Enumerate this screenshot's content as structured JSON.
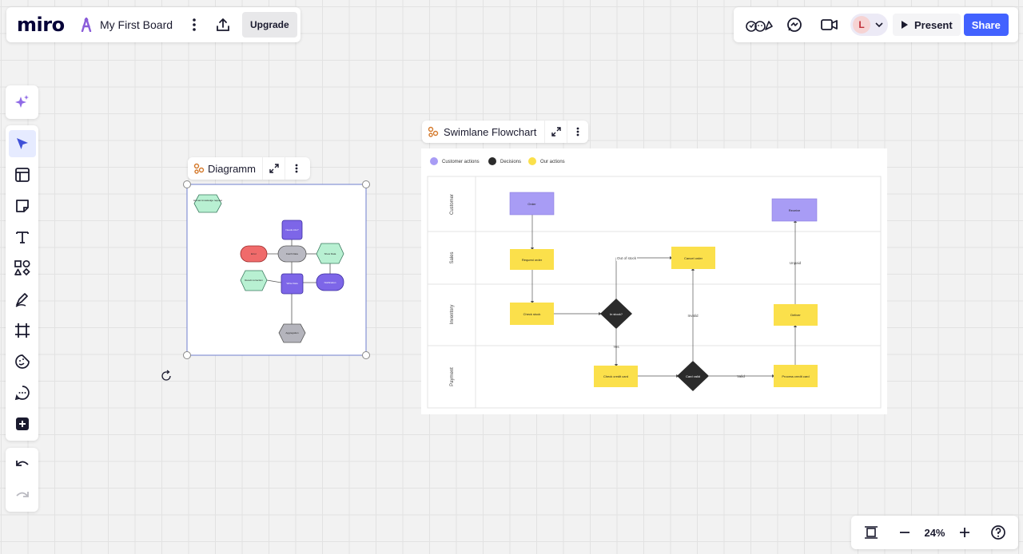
{
  "topbar": {
    "logo": "miro",
    "board_name": "My First Board",
    "upgrade_label": "Upgrade"
  },
  "collab": {
    "avatar_initial": "L",
    "present_label": "Present",
    "share_label": "Share"
  },
  "frames": {
    "diagram": {
      "title": "Diagramm",
      "nodes": [
        {
          "id": "n1",
          "label": "Human knowledge request"
        },
        {
          "id": "n2",
          "label": "Needs info?"
        },
        {
          "id": "n3",
          "label": "Error"
        },
        {
          "id": "n4",
          "label": "Fetch Data"
        },
        {
          "id": "n5",
          "label": "Show Data"
        },
        {
          "id": "n6",
          "label": "Result correction"
        },
        {
          "id": "n7",
          "label": "Write Data"
        },
        {
          "id": "n8",
          "label": "Notification"
        },
        {
          "id": "n9",
          "label": "Aggregation"
        }
      ]
    },
    "swimlane": {
      "title": "Swimlane Flowchart",
      "legend": [
        {
          "label": "Customer actions",
          "color": "#a89cf5"
        },
        {
          "label": "Decisions",
          "color": "#2b2b2b"
        },
        {
          "label": "Our actions",
          "color": "#fbe04b"
        }
      ],
      "lanes": [
        "Customer",
        "Sales",
        "Inventory",
        "Payment"
      ],
      "nodes": {
        "order": "Order",
        "receive": "Receive",
        "request_order": "Request order",
        "cancel_order": "Cancel order",
        "check_stock": "Check stock",
        "in_stock": "In stock?",
        "deliver": "Deliver",
        "check_credit": "Check credit card",
        "card_valid": "Card valid",
        "process_credit": "Process credit card"
      },
      "edge_labels": {
        "out_of_stock": "Out of stock",
        "yes": "Yes",
        "invalid": "Invalid",
        "valid": "Valid",
        "unpaid": "Unpaid"
      }
    }
  },
  "zoom": {
    "level": "24%"
  }
}
